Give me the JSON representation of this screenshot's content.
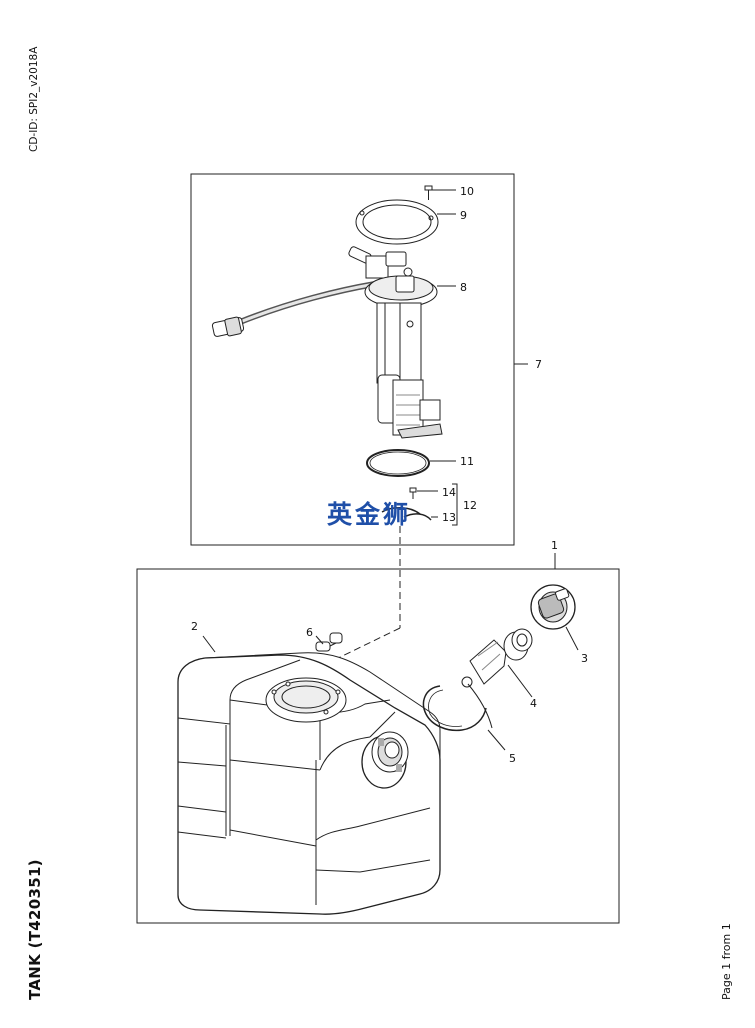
{
  "header": {
    "cd_id": "CD-ID: SPI2_v2018A",
    "title": "TANK (T420351)",
    "page": "Page 1 from 1"
  },
  "watermark": {
    "text": "英金狮",
    "color": "#1f4fa8"
  },
  "callouts": {
    "c1": "1",
    "c2": "2",
    "c3": "3",
    "c4": "4",
    "c5": "5",
    "c6": "6",
    "c7": "7",
    "c8": "8",
    "c9": "9",
    "c10": "10",
    "c11": "11",
    "c12": "12",
    "c13": "13",
    "c14": "14"
  },
  "colors": {
    "line": "#222222",
    "fill": "#ffffff",
    "shade": "#c9c9c9",
    "dark": "#7a7a7a"
  }
}
